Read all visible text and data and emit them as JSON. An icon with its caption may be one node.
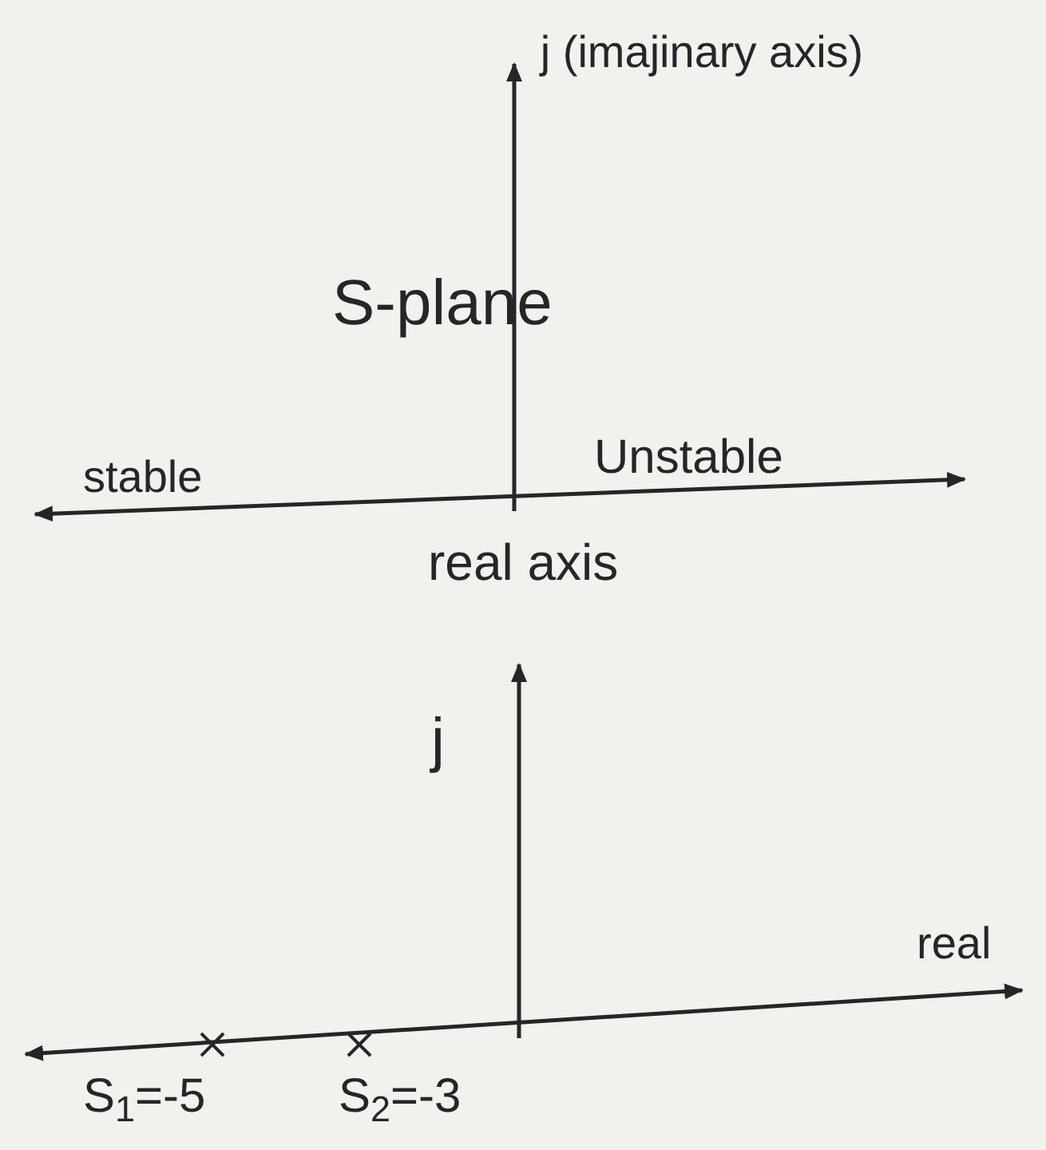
{
  "diagram": {
    "labels": [
      "j (imajinary axis)",
      "S-plane",
      "stable",
      "Unstable",
      "real axis",
      "j",
      "real",
      "S$_{1}$=-5",
      "S$_{2}$=-3"
    ]
  }
}
